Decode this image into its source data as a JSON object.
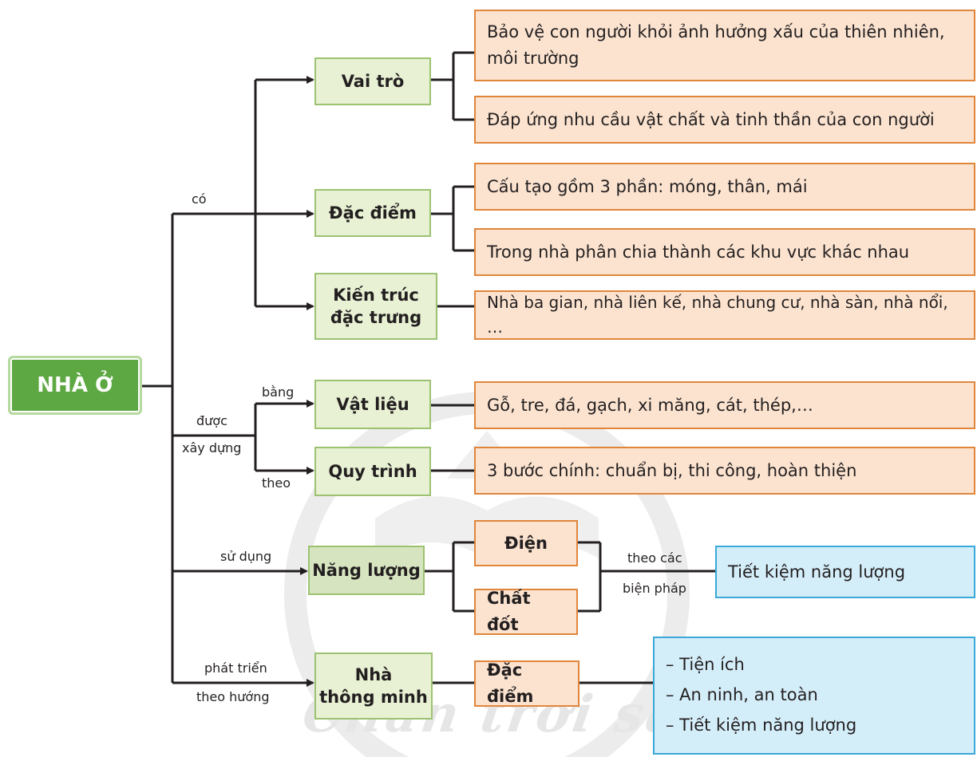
{
  "root": "NHÀ Ở",
  "nodes": {
    "vai_tro": "Vai trò",
    "dac_diem": "Đặc điểm",
    "kien_truc_1": "Kiến trúc",
    "kien_truc_2": "đặc trưng",
    "vat_lieu": "Vật liệu",
    "quy_trinh": "Quy trình",
    "nang_luong": "Năng lượng",
    "nha_tm_1": "Nhà",
    "nha_tm_2": "thông minh"
  },
  "details": {
    "vai_tro_1a": "Bảo vệ con người khỏi ảnh hưởng xấu của thiên nhiên,",
    "vai_tro_1b": "môi trường",
    "vai_tro_2": "Đáp ứng nhu cầu vật chất và tinh thần của con người",
    "dac_diem_1": "Cấu tạo gồm 3 phần: móng, thân, mái",
    "dac_diem_2": "Trong nhà phân chia thành các khu vực khác nhau",
    "kien_truc": "Nhà ba gian, nhà liên kế, nhà chung cư, nhà sàn, nhà nổi, …",
    "vat_lieu": "Gỗ, tre, đá, gạch, xi măng, cát, thép,…",
    "quy_trinh": "3 bước chính: chuẩn bị, thi công, hoàn thiện",
    "dien": "Điện",
    "chat_dot": "Chất đốt",
    "tiet_kiem": "Tiết kiệm năng lượng",
    "dac_diem_tm": "Đặc điểm",
    "tm_list": [
      "– Tiện ích",
      "– An ninh, an toàn",
      "– Tiết kiệm năng lượng"
    ]
  },
  "labels": {
    "co": "có",
    "duoc": "được",
    "xay_dung": "xây dựng",
    "bang": "bằng",
    "theo": "theo",
    "su_dung": "sử dụng",
    "theo_cac": "theo các",
    "bien_phap": "biện pháp",
    "phat_trien": "phát triển",
    "theo_huong": "theo hướng"
  },
  "watermark": "Chân trời sáng tạo",
  "colors": {
    "root_fill": "#5ea843",
    "green_fill": "#e8f1d3",
    "green_border": "#9cc271",
    "orange_fill": "#fbe3cf",
    "orange_border": "#e0863c",
    "blue_fill": "#d4eef9",
    "blue_border": "#3aa8d8",
    "line": "#231f20"
  }
}
